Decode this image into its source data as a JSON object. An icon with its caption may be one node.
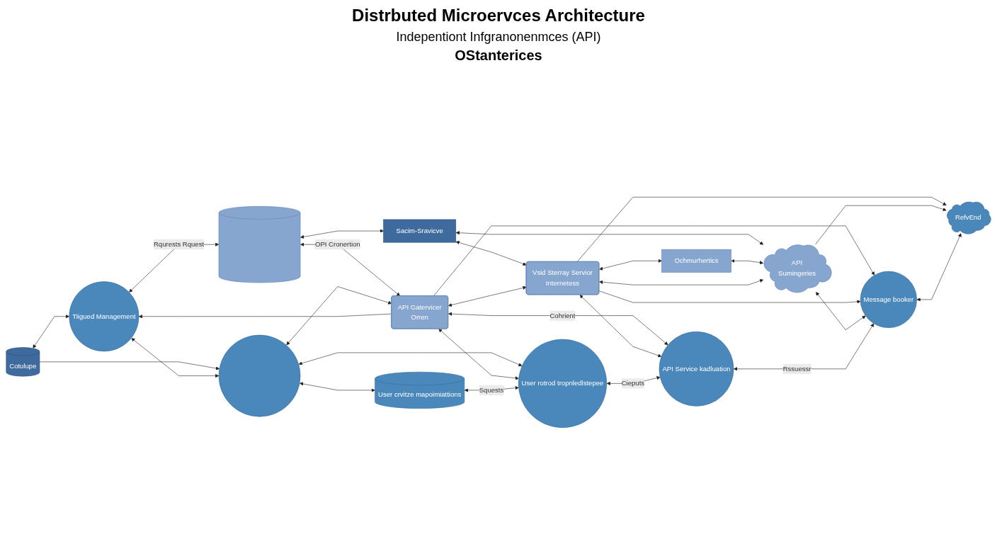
{
  "diagram": {
    "title": "Distrbuted Microervces Architecture",
    "nodes": [
      {
        "text": [
          "Cotulupe"
        ]
      },
      {
        "text": [
          "Tiigued Management"
        ]
      },
      {
        "text": [],
        "shape": "cylinder"
      },
      {
        "text": [
          "Sacim-Sravicve"
        ]
      },
      {
        "text": [
          "Ochmurhertics"
        ]
      },
      {
        "text": [],
        "shape": "circle"
      },
      {
        "text": [
          "API Gatervicer",
          "Orren"
        ]
      },
      {
        "text": [
          "Vsid Sterray Servior",
          "Internetess"
        ]
      },
      {
        "text": [
          "API",
          "Sumingeries"
        ]
      },
      {
        "text": [
          "User crvitze mapoimiattions"
        ]
      },
      {
        "text": [
          "User rotrod tropnledlstepee"
        ]
      },
      {
        "text": [
          "API Service kadluation"
        ]
      },
      {
        "text": [
          "Message booker"
        ]
      },
      {
        "text": [
          "RefvEnd"
        ]
      }
    ],
    "edges": [
      {
        "from": 0,
        "to": 1,
        "arrow": "both"
      },
      {
        "from": 1,
        "to": 2,
        "arrow": "both",
        "label": "Rqurests Rquest"
      },
      {
        "from": 2,
        "to": 3,
        "arrow": "both"
      },
      {
        "from": 0,
        "to": 5,
        "arrow": "to"
      },
      {
        "from": 1,
        "to": 5,
        "arrow": "both"
      },
      {
        "from": 6,
        "to": 1,
        "arrow": "to"
      },
      {
        "from": 2,
        "to": 6,
        "arrow": "both",
        "label": "OPI Cronertion"
      },
      {
        "from": 3,
        "to": 7,
        "arrow": "both"
      },
      {
        "from": 3,
        "to": 8,
        "arrow": "both"
      },
      {
        "from": 7,
        "to": 4,
        "arrow": "both"
      },
      {
        "from": 4,
        "to": 8,
        "arrow": "both"
      },
      {
        "from": 5,
        "to": 6,
        "arrow": "both"
      },
      {
        "from": 6,
        "to": 7,
        "arrow": "both"
      },
      {
        "from": 7,
        "to": 8,
        "arrow": "both"
      },
      {
        "from": 5,
        "to": 9,
        "arrow": "both"
      },
      {
        "from": 5,
        "to": 10,
        "arrow": "both"
      },
      {
        "from": 6,
        "to": 10,
        "arrow": "both"
      },
      {
        "from": 6,
        "to": 11,
        "arrow": "both",
        "label": "Cohrient"
      },
      {
        "from": 6,
        "to": 12,
        "arrow": "to"
      },
      {
        "from": 7,
        "to": 11,
        "arrow": "both"
      },
      {
        "from": 7,
        "to": 12,
        "arrow": "to"
      },
      {
        "from": 7,
        "to": 13,
        "arrow": "to"
      },
      {
        "from": 8,
        "to": 12,
        "arrow": "both"
      },
      {
        "from": 8,
        "to": 13,
        "arrow": "to"
      },
      {
        "from": 9,
        "to": 10,
        "arrow": "both",
        "label": "Squests"
      },
      {
        "from": 10,
        "to": 11,
        "arrow": "both",
        "label": "Cieputs"
      },
      {
        "from": 11,
        "to": 12,
        "arrow": "both",
        "label": "Rssuessr"
      },
      {
        "from": 12,
        "to": 13,
        "arrow": "both"
      }
    ],
    "labels": [
      "Indepentiont Infgranonenmces (API)",
      "OStanterices"
    ]
  }
}
